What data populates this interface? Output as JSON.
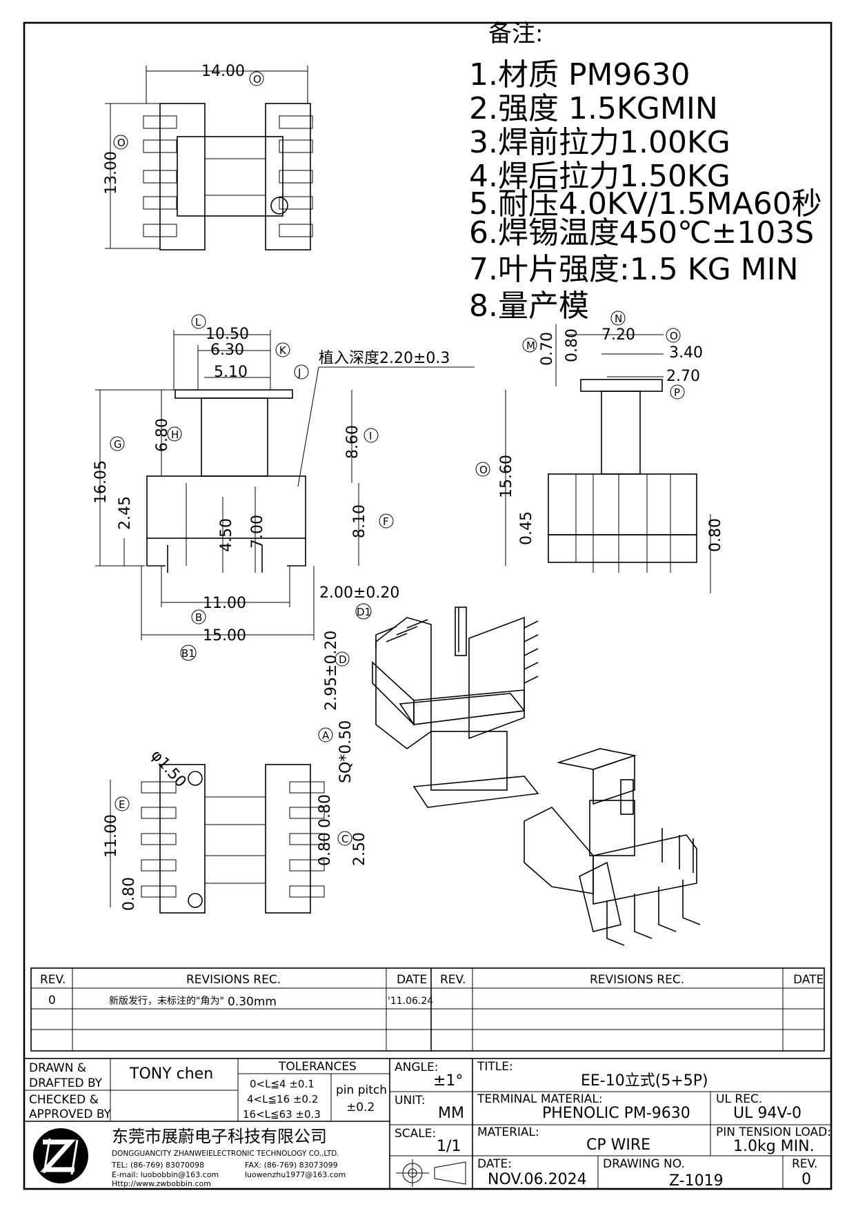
{
  "notes": {
    "heading": "备注:",
    "items": [
      "1.材质 PM9630",
      "2.强度 1.5KGMIN",
      "3.焊前拉力1.00KG",
      "4.焊后拉力1.50KG",
      "5.耐压4.0KV/1.5MA60秒",
      "6.焊锡温度450℃±103S",
      "7.叶片强度:1.5 KG MIN",
      "8.量产模"
    ]
  },
  "dims": {
    "top_width": "14.00",
    "top_height": "13.00",
    "front_10_50": "10.50",
    "front_6_30": "6.30",
    "front_5_10": "5.10",
    "front_6_80": "6.80",
    "front_16_05": "16.05",
    "front_2_45": "2.45",
    "front_4_50": "4.50",
    "front_7_00": "7.00",
    "front_8_60": "8.60",
    "front_8_10": "8.10",
    "front_11_00": "11.00",
    "front_15_00": "15.00",
    "pin_2_00": "2.00±0.20",
    "insert_depth": "植入深度2.20±0.3",
    "side_7_20": "7.20",
    "side_3_40": "3.40",
    "side_2_70": "2.70",
    "side_0_70": "0.70",
    "side_0_80": "0.80",
    "side_15_60": "15.60",
    "side_0_45": "0.45",
    "side_0_80b": "0.80",
    "bot_2_95": "2.95±0.20",
    "bot_sq": "SQ*0.50",
    "bot_phi": "φ1.50",
    "bot_11_00": "11.00",
    "bot_0_80": "0.80",
    "bot_0_80b": "0.80",
    "bot_2_50": "2.50",
    "bot_0_80c": "0.80"
  },
  "callouts": {
    "O": "O",
    "L": "L",
    "K": "K",
    "J": "J",
    "H": "H",
    "G": "G",
    "I": "I",
    "F": "F",
    "B": "B",
    "B1": "B1",
    "D1": "D1",
    "D": "D",
    "A": "A",
    "M": "M",
    "N": "N",
    "P": "P",
    "E": "E",
    "C": "C"
  },
  "revisions": {
    "headers": {
      "rev": "REV.",
      "rec": "REVISIONS   REC.",
      "date": "DATE"
    },
    "rows": [
      {
        "rev": "0",
        "rec": "新版发行，未标注的\"角为\"",
        "rec2": "0.30mm",
        "date": "'11.06.24"
      }
    ]
  },
  "title_block": {
    "drawn_by_label": "DRAWN &\nDRAFTED BY",
    "drawn_by_l1": "DRAWN &",
    "drawn_by_l2": "DRAFTED BY",
    "drawn_by": "TONY chen",
    "checked_l1": "CHECKED &",
    "checked_l2": "APPROVED BY",
    "tolerances_label": "TOLERANCES",
    "tol_rows": [
      "0<L≦4   ±0.1",
      "4<L≦16  ±0.2",
      "16<L≦63  ±0.3"
    ],
    "pin_pitch_label": "pin pitch",
    "pin_pitch_value": "±0.2",
    "angle_label": "ANGLE:",
    "angle_value": "±1°",
    "unit_label": "UNIT:",
    "unit_value": "MM",
    "scale_label": "SCALE:",
    "scale_value": "1/1",
    "title_label": "TITLE:",
    "title_value": "EE-10立式(5+5P)",
    "terminal_label": "TERMINAL MATERIAL:",
    "terminal_value": "PHENOLIC PM-9630",
    "ul_label": "UL REC.",
    "ul_value": "UL 94V-0",
    "material_label": "MATERIAL:",
    "material_value": "CP WIRE",
    "pin_tension_label": "PIN TENSION LOAD:",
    "pin_tension_value": "1.0kg  MIN.",
    "date_label": "DATE:",
    "date_value": "NOV.06.2024",
    "drawing_no_label": "DRAWING NO.",
    "drawing_no_value": "Z-1019",
    "rev_label": "REV.",
    "rev_value": "0",
    "company_cn": "东莞市展蔚电子科技有限公司",
    "company_en": "DONGGUANCITY ZHANWEIELECTRONIC TECHNOLOGY CO.,LTD.",
    "tel": "TEL: (86-769) 83070098",
    "fax": "FAX: (86-769) 83073099",
    "email": "E-mail: luobobbin@163.com",
    "email2": "luowenzhu1977@163.com",
    "http": "Http://www.zwbobbin.com"
  }
}
